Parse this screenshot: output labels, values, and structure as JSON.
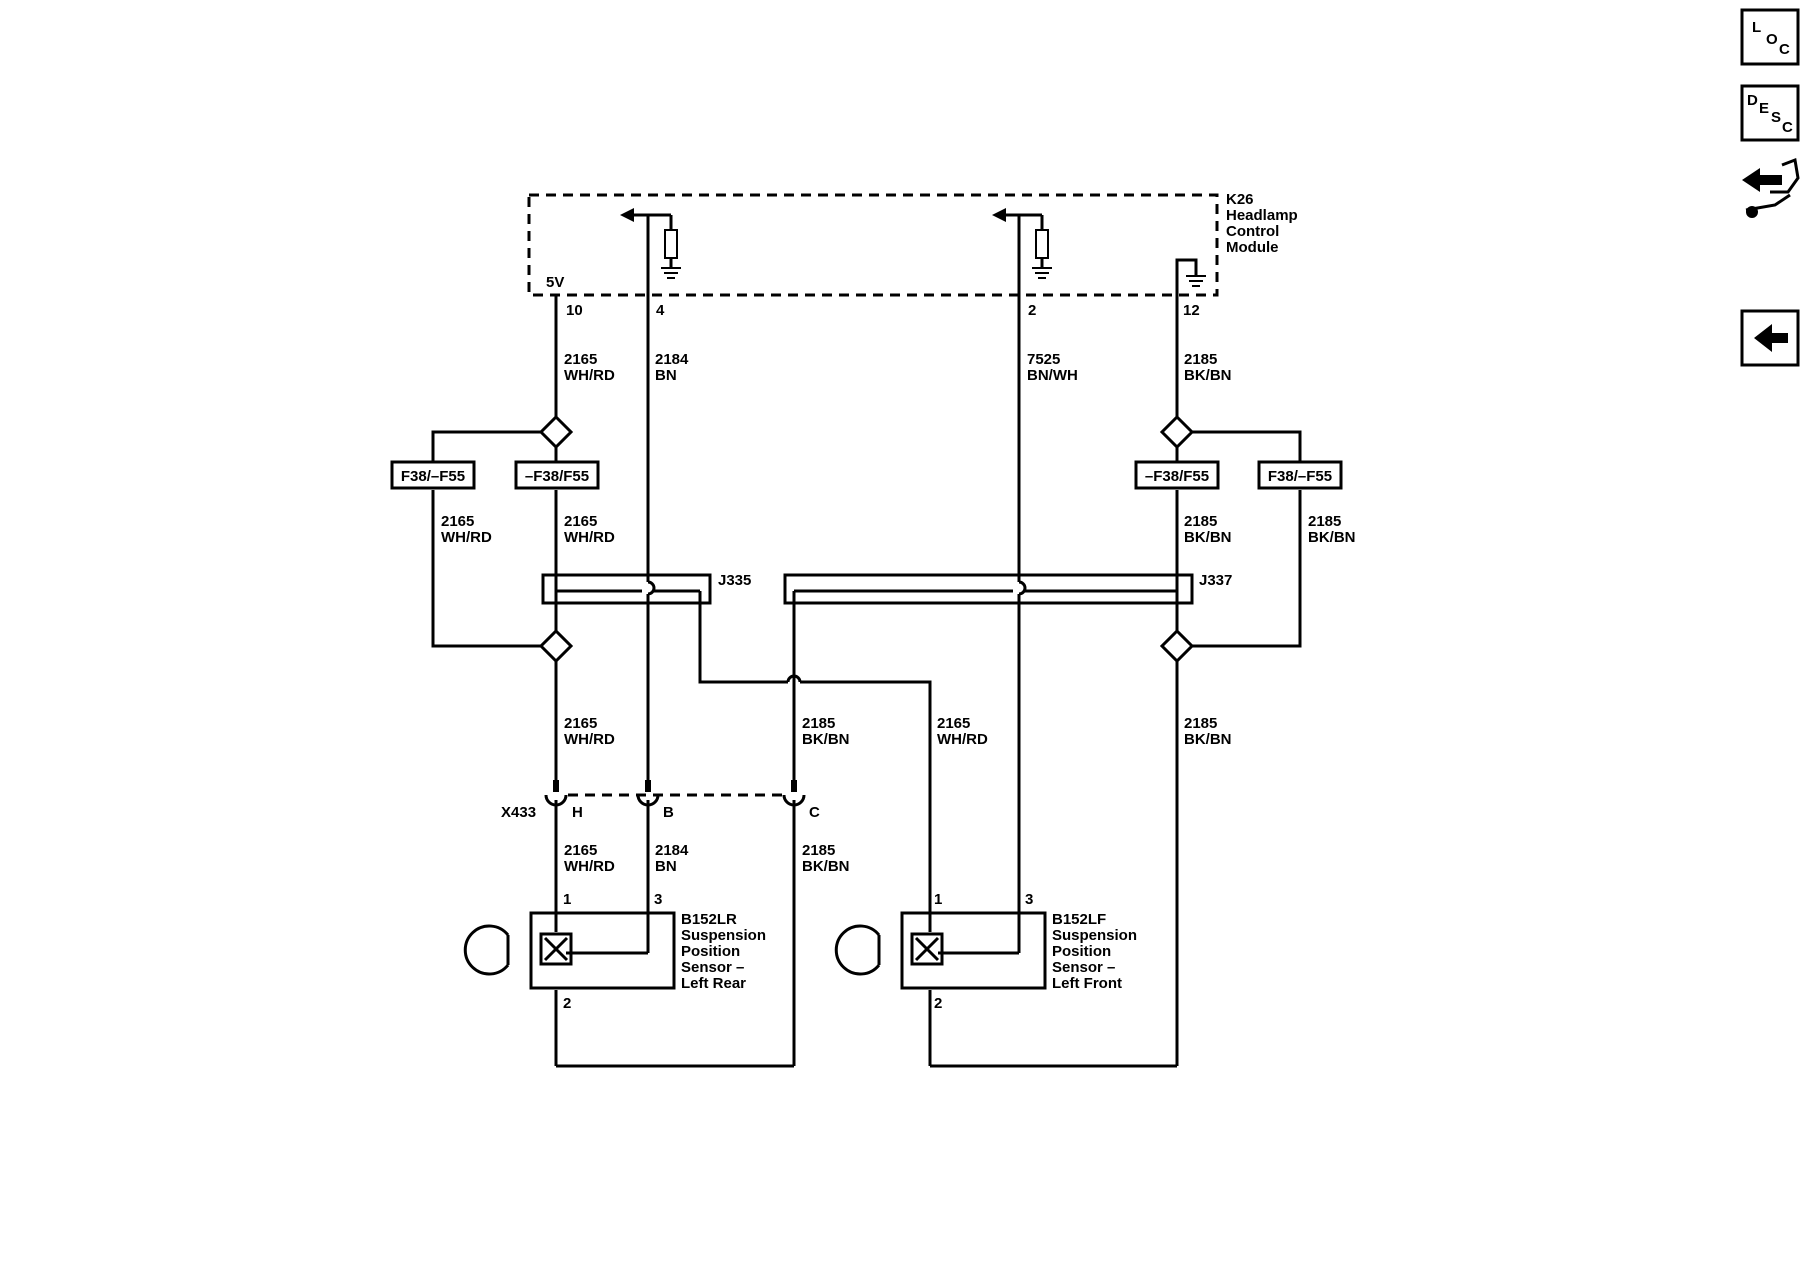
{
  "module": {
    "ref": "K26",
    "name_lines": [
      "Headlamp",
      "Control",
      "Module"
    ],
    "voltage": "5V",
    "pins": {
      "p10": "10",
      "p4": "4",
      "p2": "2",
      "p12": "12"
    }
  },
  "wires": {
    "top_2165": [
      "2165",
      "WH/RD"
    ],
    "top_2184": [
      "2184",
      "BN"
    ],
    "top_7525": [
      "7525",
      "BN/WH"
    ],
    "top_2185": [
      "2185",
      "BK/BN"
    ],
    "mid_left_2165": [
      "2165",
      "WH/RD"
    ],
    "mid_right_2165": [
      "2165",
      "WH/RD"
    ],
    "mid_left_2185": [
      "2185",
      "BK/BN"
    ],
    "mid_right_2185": [
      "2185",
      "BK/BN"
    ],
    "low_2165_a": [
      "2165",
      "WH/RD"
    ],
    "low_2185_a": [
      "2185",
      "BK/BN"
    ],
    "low_2165_b": [
      "2165",
      "WH/RD"
    ],
    "low_2185_b": [
      "2185",
      "BK/BN"
    ],
    "bot_2165": [
      "2165",
      "WH/RD"
    ],
    "bot_2184": [
      "2184",
      "BN"
    ],
    "bot_2185": [
      "2185",
      "BK/BN"
    ]
  },
  "options": {
    "opt_a": "F38/–F55",
    "opt_b": "–F38/F55",
    "opt_c": "–F38/F55",
    "opt_d": "F38/–F55"
  },
  "splices": {
    "j335": "J335",
    "j337": "J337"
  },
  "connector": {
    "ref": "X433",
    "pins": [
      "H",
      "B",
      "C"
    ]
  },
  "sensors": {
    "lr": {
      "pin1": "1",
      "pin3": "3",
      "pin2": "2",
      "lines": [
        "B152LR",
        "Suspension",
        "Position",
        "Sensor –",
        "Left Rear"
      ]
    },
    "lf": {
      "pin1": "1",
      "pin3": "3",
      "pin2": "2",
      "lines": [
        "B152LF",
        "Suspension",
        "Position",
        "Sensor –",
        "Left Front"
      ]
    }
  },
  "nav": {
    "loc": [
      "L",
      "O",
      "C"
    ],
    "desc": [
      "D",
      "E",
      "S",
      "C"
    ],
    "connector_icon": "connector-wrench-icon",
    "back_icon": "back-arrow-icon"
  }
}
